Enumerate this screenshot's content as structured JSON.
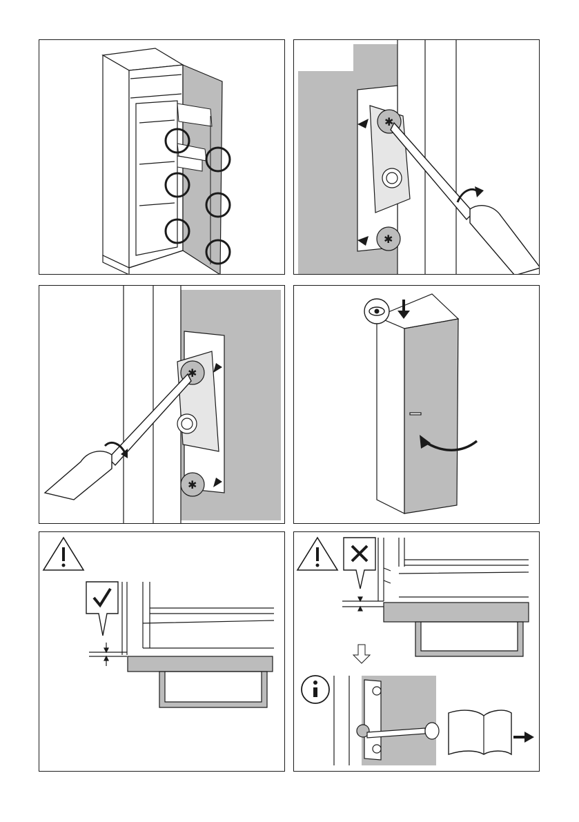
{
  "page": {
    "panels": [
      {
        "id": "step-1",
        "content": "open-fridge-hinge-points"
      },
      {
        "id": "step-2",
        "content": "tighten-upper-hinge-screws"
      },
      {
        "id": "step-3",
        "content": "tighten-lower-hinge-screws"
      },
      {
        "id": "step-4",
        "content": "check-door-alignment-and-close"
      },
      {
        "id": "step-5",
        "content": "correct-gap"
      },
      {
        "id": "step-6",
        "content": "incorrect-gap-adjust"
      }
    ]
  },
  "icons": {
    "warning": "warning-triangle-icon",
    "check": "checkmark-icon",
    "cross": "cross-icon",
    "eye": "eye-icon",
    "info": "info-icon",
    "manual": "open-book-icon"
  },
  "colors": {
    "line": "#1a1a1a",
    "grey_fill": "#bcbcbc",
    "light_grey": "#d6d6d6",
    "background": "#ffffff"
  }
}
